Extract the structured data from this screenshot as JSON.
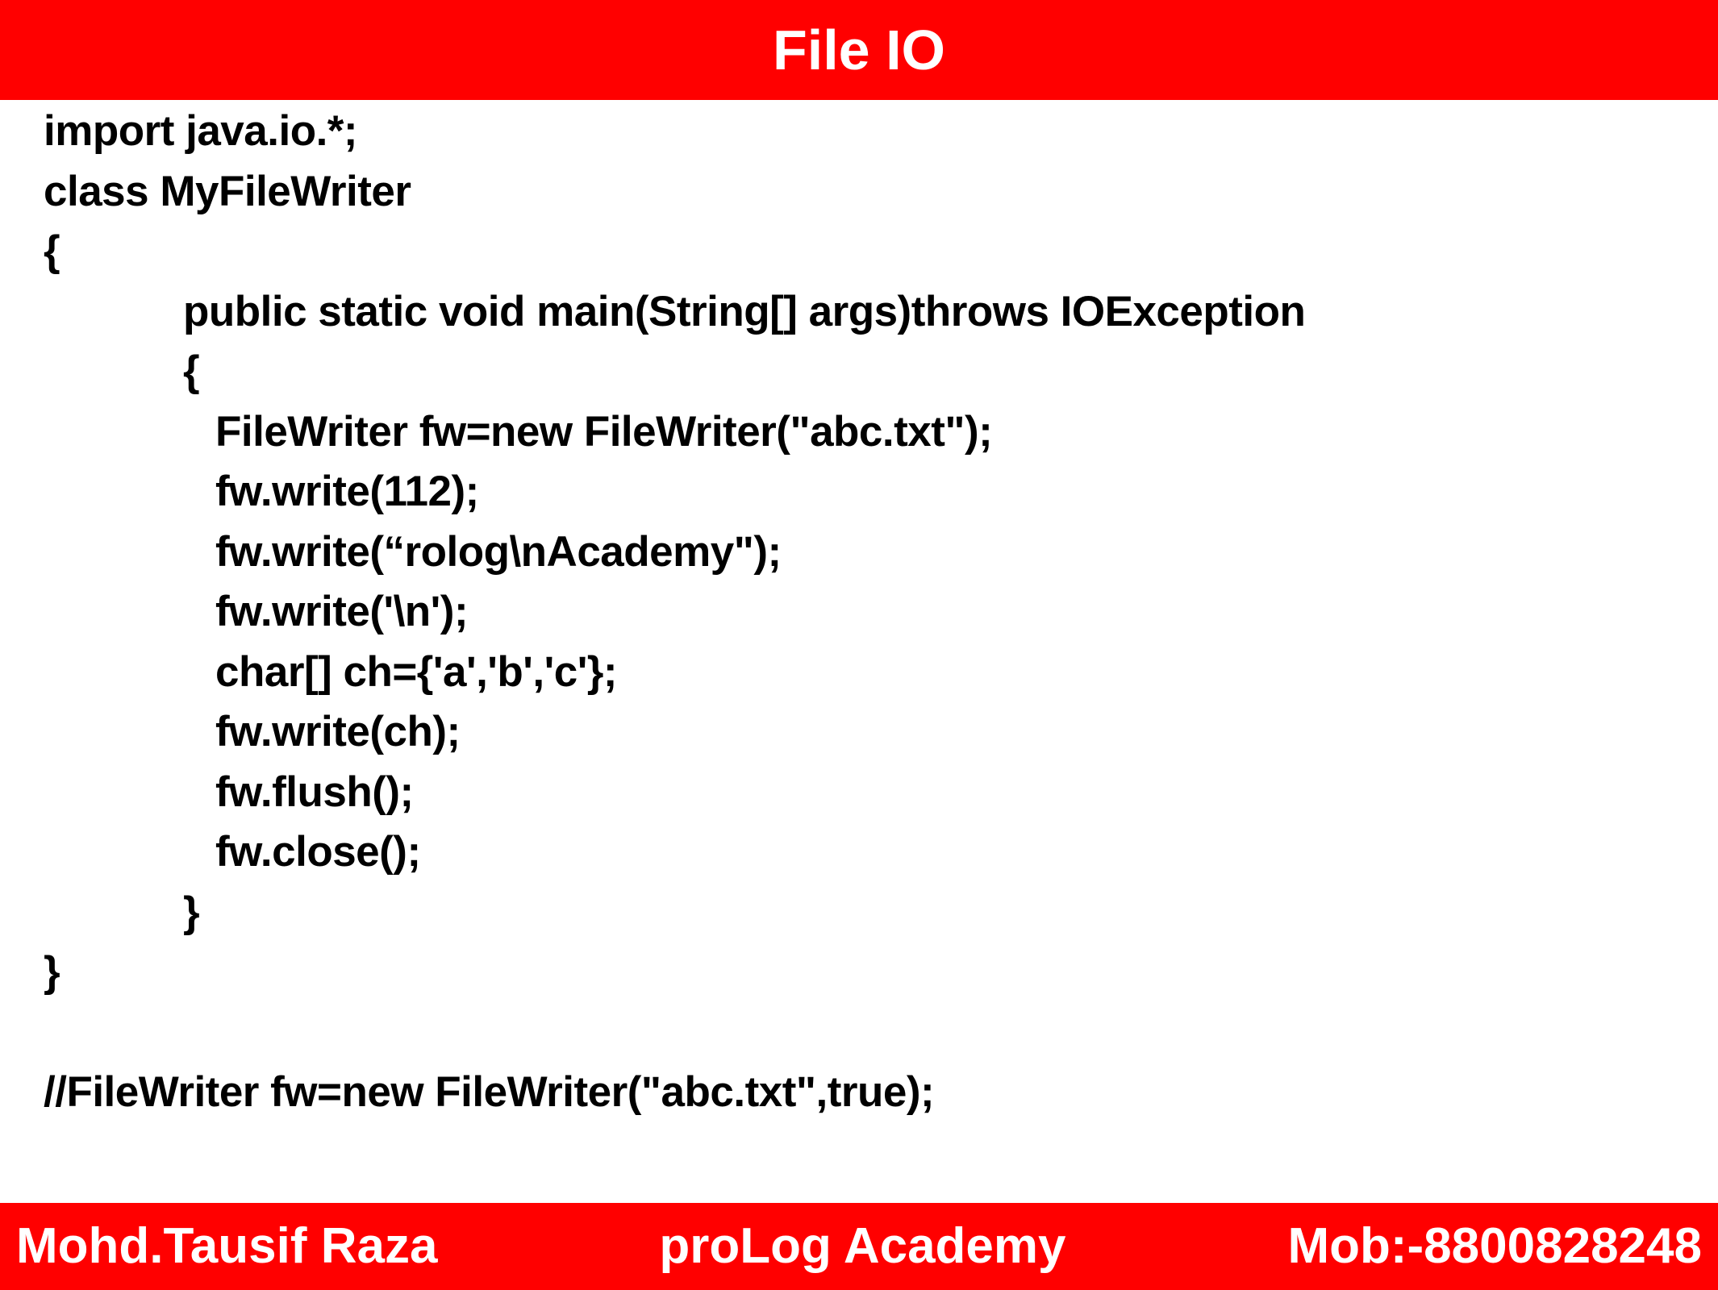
{
  "header": {
    "title": "File IO"
  },
  "code": {
    "lines": [
      "import java.io.*;",
      "class MyFileWriter",
      "{",
      "public static void main(String[] args)throws IOException",
      "{",
      "FileWriter fw=new FileWriter(\"abc.txt\");",
      "fw.write(112);",
      "fw.write(“rolog\\nAcademy\");",
      "fw.write('\\n');",
      "char[] ch={'a','b','c'};",
      "fw.write(ch);",
      "fw.flush();",
      "fw.close();",
      "}",
      "}",
      "",
      "//FileWriter fw=new FileWriter(\"abc.txt\",true);"
    ]
  },
  "footer": {
    "author": "Mohd.Tausif Raza",
    "academy": "proLog Academy",
    "mobile": "Mob:-8800828248"
  },
  "colors": {
    "banner": "#ff0000",
    "banner_text": "#ffffff",
    "code_text": "#000000",
    "background": "#ffffff"
  }
}
